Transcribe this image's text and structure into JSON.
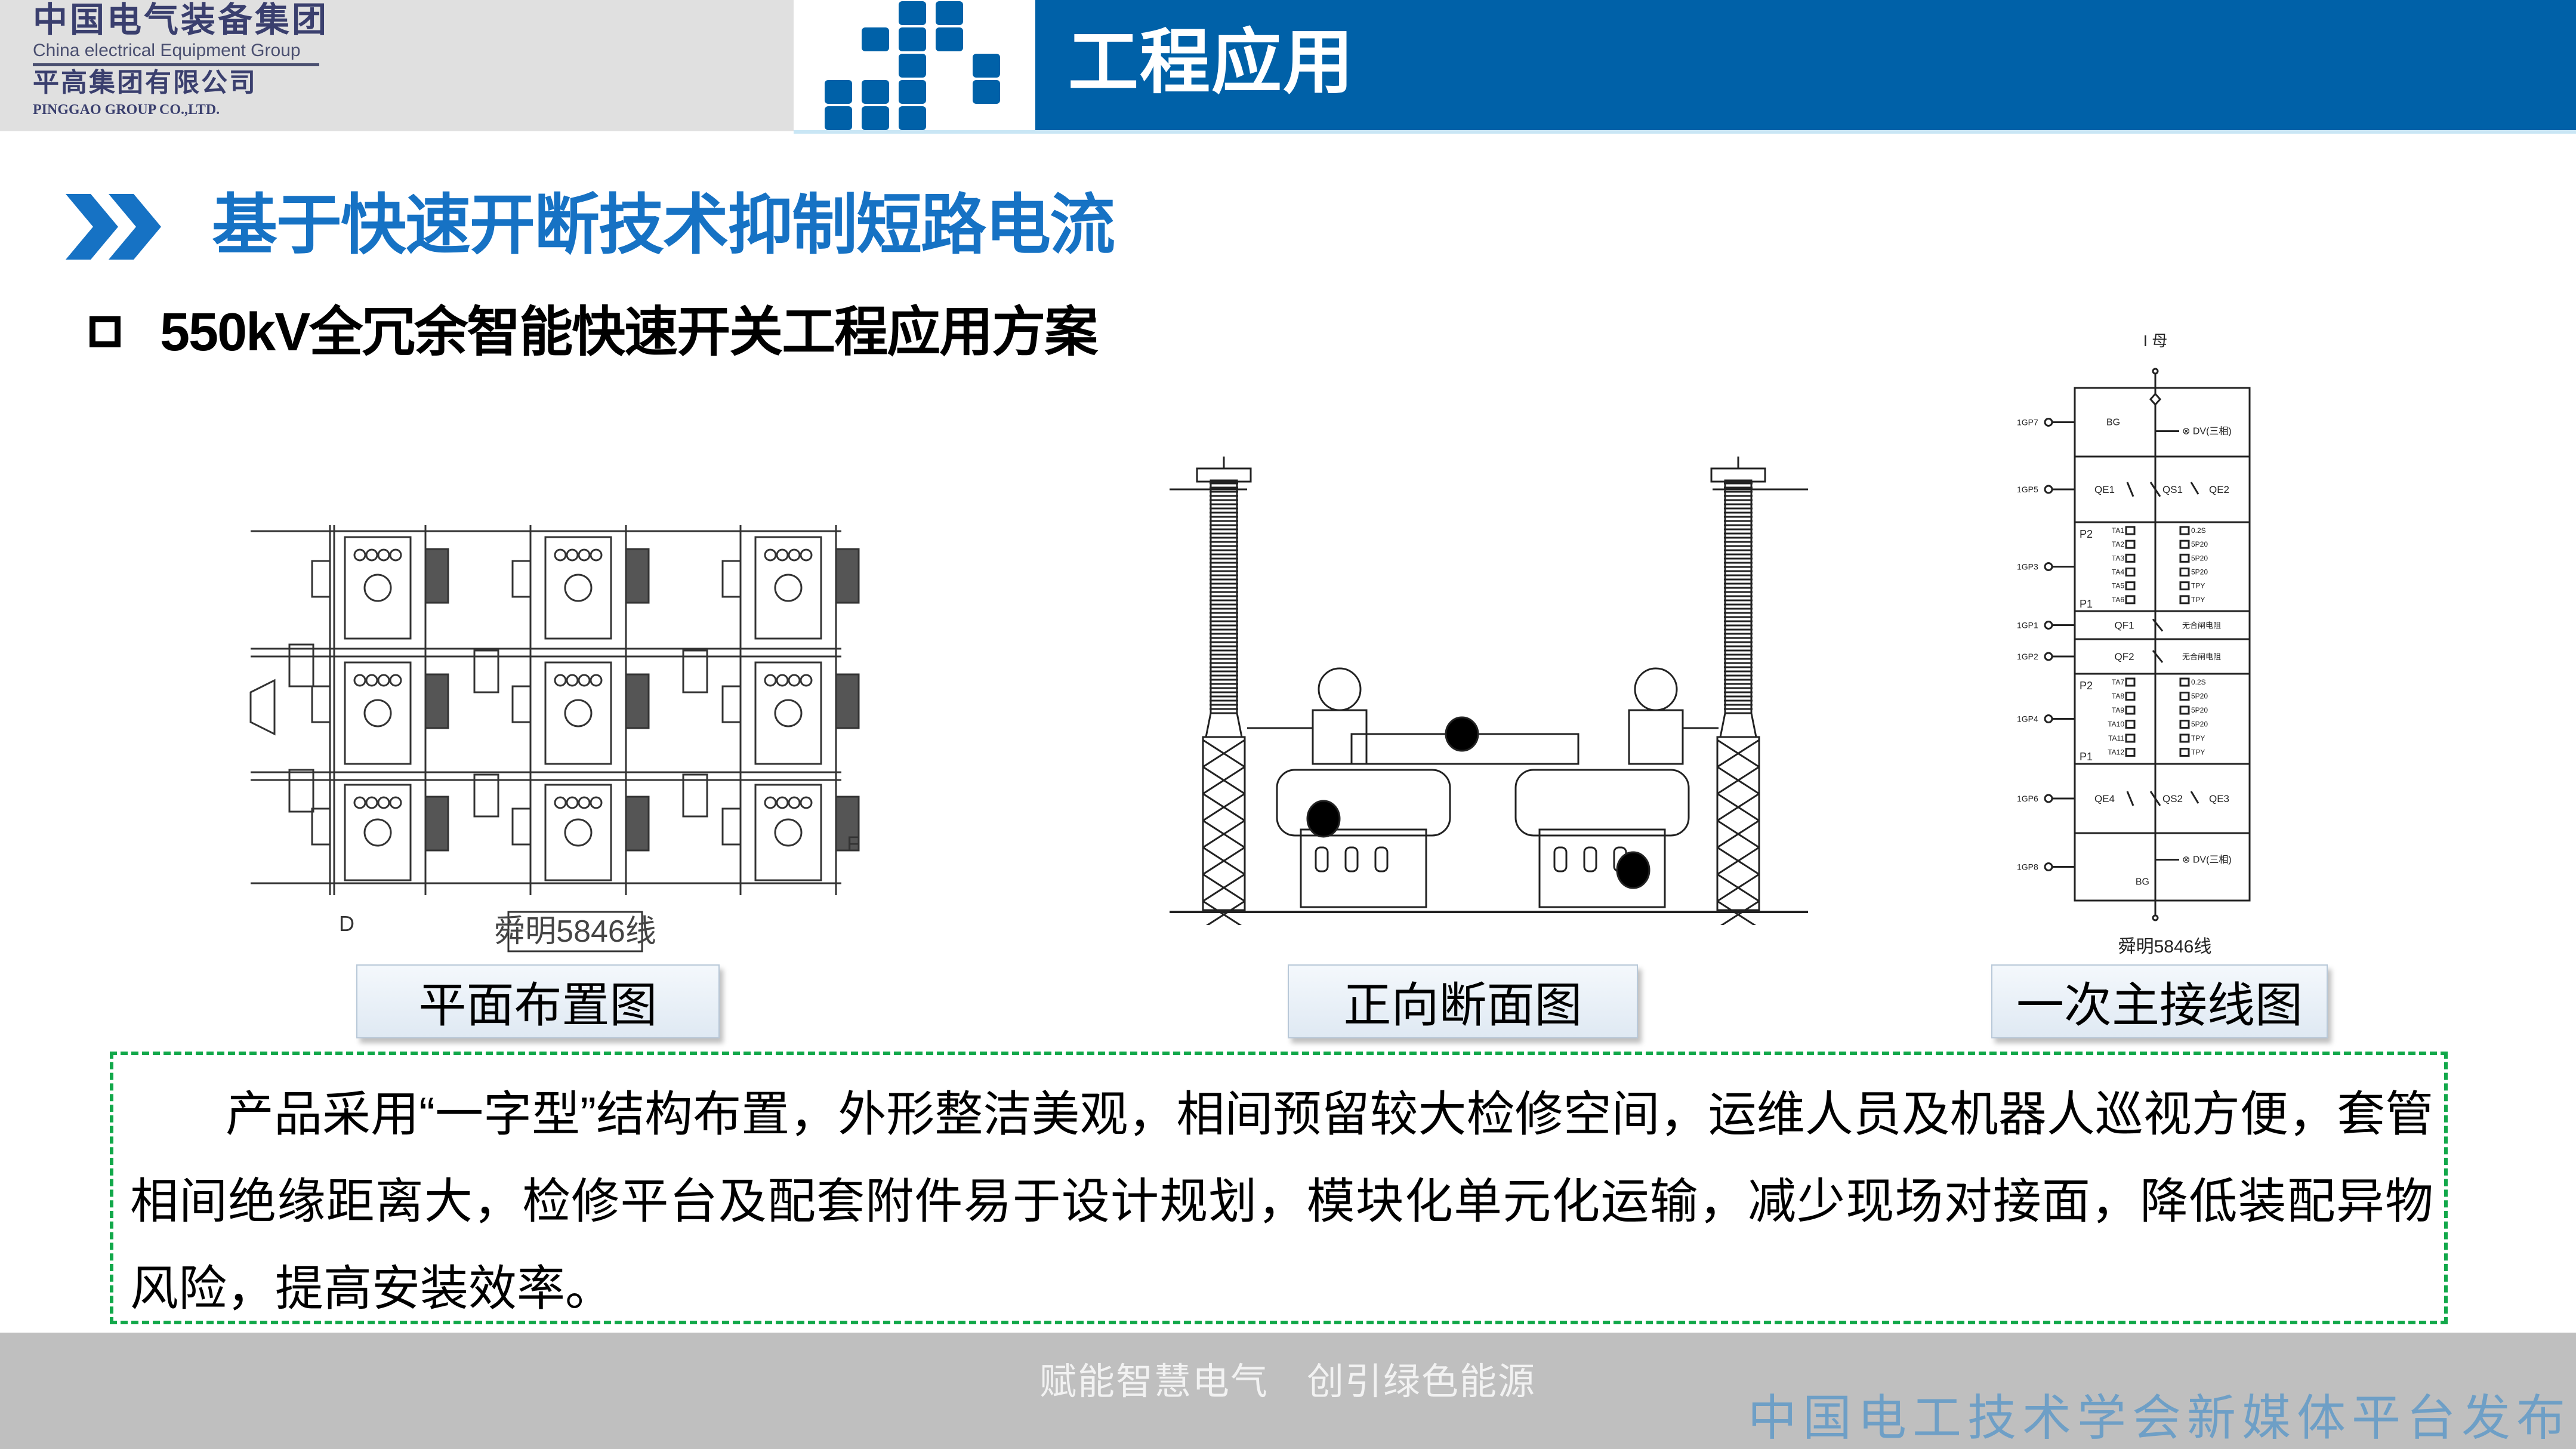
{
  "header": {
    "logo_cn": "中国电气装备集团",
    "logo_en": "China electrical Equipment Group",
    "company_cn": "平高集团有限公司",
    "company_en": "PINGGAO GROUP CO.,LTD.",
    "title": "工程应用",
    "brand_color": "#0061a8"
  },
  "section": {
    "title": "基于快速开断技术抑制短路电流",
    "title_color": "#1672c4",
    "icon": "double-chevron-right-icon",
    "subtitle": "550kV全冗余智能快速开关工程应用方案",
    "subtitle_icon": "hollow-square-bullet-icon"
  },
  "figures": {
    "plan": {
      "caption": "舜明5846线",
      "marks": [
        "D",
        "F"
      ],
      "button": "平面布置图"
    },
    "section_view": {
      "button": "正向断面图"
    },
    "single_line": {
      "bus": "I 母",
      "caption": "舜明5846线",
      "button": "一次主接线图",
      "gas_compartments": [
        "1GP7",
        "1GP5",
        "1GP3",
        "1GP1",
        "1GP2",
        "1GP4",
        "1GP6",
        "1GP8"
      ],
      "top": {
        "bg": "BG",
        "dv": "DV(三相)"
      },
      "upper_switches": {
        "qe_left": "QE1",
        "qs": "QS1",
        "qe_right": "QE2"
      },
      "upper_ct": {
        "p2": "P2",
        "p1": "P1",
        "names": [
          "TA1",
          "TA2",
          "TA3",
          "TA4",
          "TA5",
          "TA6"
        ],
        "classes": [
          "0.2S",
          "5P20",
          "5P20",
          "5P20",
          "TPY",
          "TPY"
        ]
      },
      "breakers": [
        {
          "name": "QF1",
          "note": "无合闸电阻"
        },
        {
          "name": "QF2",
          "note": "无合闸电阻"
        }
      ],
      "lower_ct": {
        "p2": "P2",
        "p1": "P1",
        "names": [
          "TA7",
          "TA8",
          "TA9",
          "TA10",
          "TA11",
          "TA12"
        ],
        "classes": [
          "0.2S",
          "5P20",
          "5P20",
          "5P20",
          "TPY",
          "TPY"
        ]
      },
      "lower_switches": {
        "qe_left": "QE4",
        "qs": "QS2",
        "qe_right": "QE3"
      },
      "bottom": {
        "bg": "BG",
        "dv": "DV(三相)"
      }
    }
  },
  "description": "产品采用“一字型”结构布置，外形整洁美观，相间预留较大检修空间，运维人员及机器人巡视方便，套管相间绝缘距离大，检修平台及配套附件易于设计规划，模块化单元化运输，减少现场对接面，降低装配异物风险，提高安装效率。",
  "footer": {
    "slogan": "赋能智慧电气　创引绿色能源",
    "watermark": "中国电工技术学会新媒体平台发布"
  }
}
